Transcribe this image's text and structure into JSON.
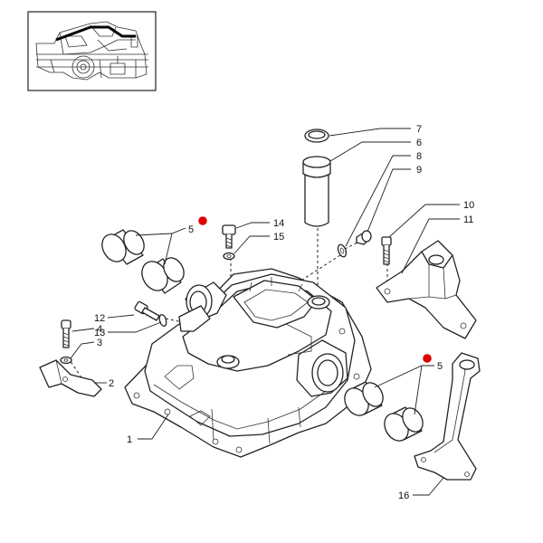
{
  "diagram": {
    "callouts": [
      {
        "id": "c7",
        "label": "7"
      },
      {
        "id": "c6",
        "label": "6"
      },
      {
        "id": "c8",
        "label": "8"
      },
      {
        "id": "c9",
        "label": "9"
      },
      {
        "id": "c10",
        "label": "10"
      },
      {
        "id": "c11",
        "label": "11"
      },
      {
        "id": "c14",
        "label": "14"
      },
      {
        "id": "c15",
        "label": "15"
      },
      {
        "id": "c5a",
        "label": "5"
      },
      {
        "id": "c12",
        "label": "12"
      },
      {
        "id": "c13",
        "label": "13"
      },
      {
        "id": "c4",
        "label": "4"
      },
      {
        "id": "c3",
        "label": "3"
      },
      {
        "id": "c2",
        "label": "2"
      },
      {
        "id": "c5b",
        "label": "5"
      },
      {
        "id": "c1",
        "label": "1"
      },
      {
        "id": "c16",
        "label": "16"
      }
    ],
    "marker_color": "#e00000",
    "line_color": "#222222"
  }
}
